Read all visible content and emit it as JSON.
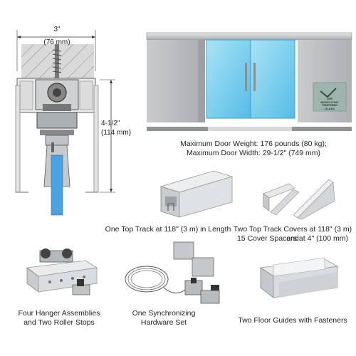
{
  "dimensions": {
    "width_label": "3\"",
    "width_metric": "(76 mm)",
    "height_label": "4-1/2\"",
    "height_metric": "(114 mm)"
  },
  "door": {
    "weight_text": "Maximum Door Weight: 176 pounds (80 kg);",
    "width_text": "Maximum Door Width: 29-1/2\" (749 mm)",
    "logo_lines": [
      "USE",
      "MONOLITHIC",
      "TEMPERED",
      "GLASS"
    ]
  },
  "parts": {
    "top_track": "One Top Track at 118\" (3 m) in Length",
    "covers_line1": "Two Top Track Covers at 118\" (3 m) and",
    "covers_line2": "15 Cover Spacers at 4\" (100 mm)",
    "hangers_line1": "Four Hanger Assemblies",
    "hangers_line2": "and Two Roller Stops",
    "sync_line1": "One Synchronizing",
    "sync_line2": "Hardware Set",
    "floor_guides": "Two Floor Guides with Fasteners"
  },
  "colors": {
    "glass": "#7fd0ee",
    "glass_edge": "#3a9fd0",
    "blue_panel": "#4aa3e0",
    "aluminum": "#c8cccf",
    "wall": "#b9bcbf"
  }
}
